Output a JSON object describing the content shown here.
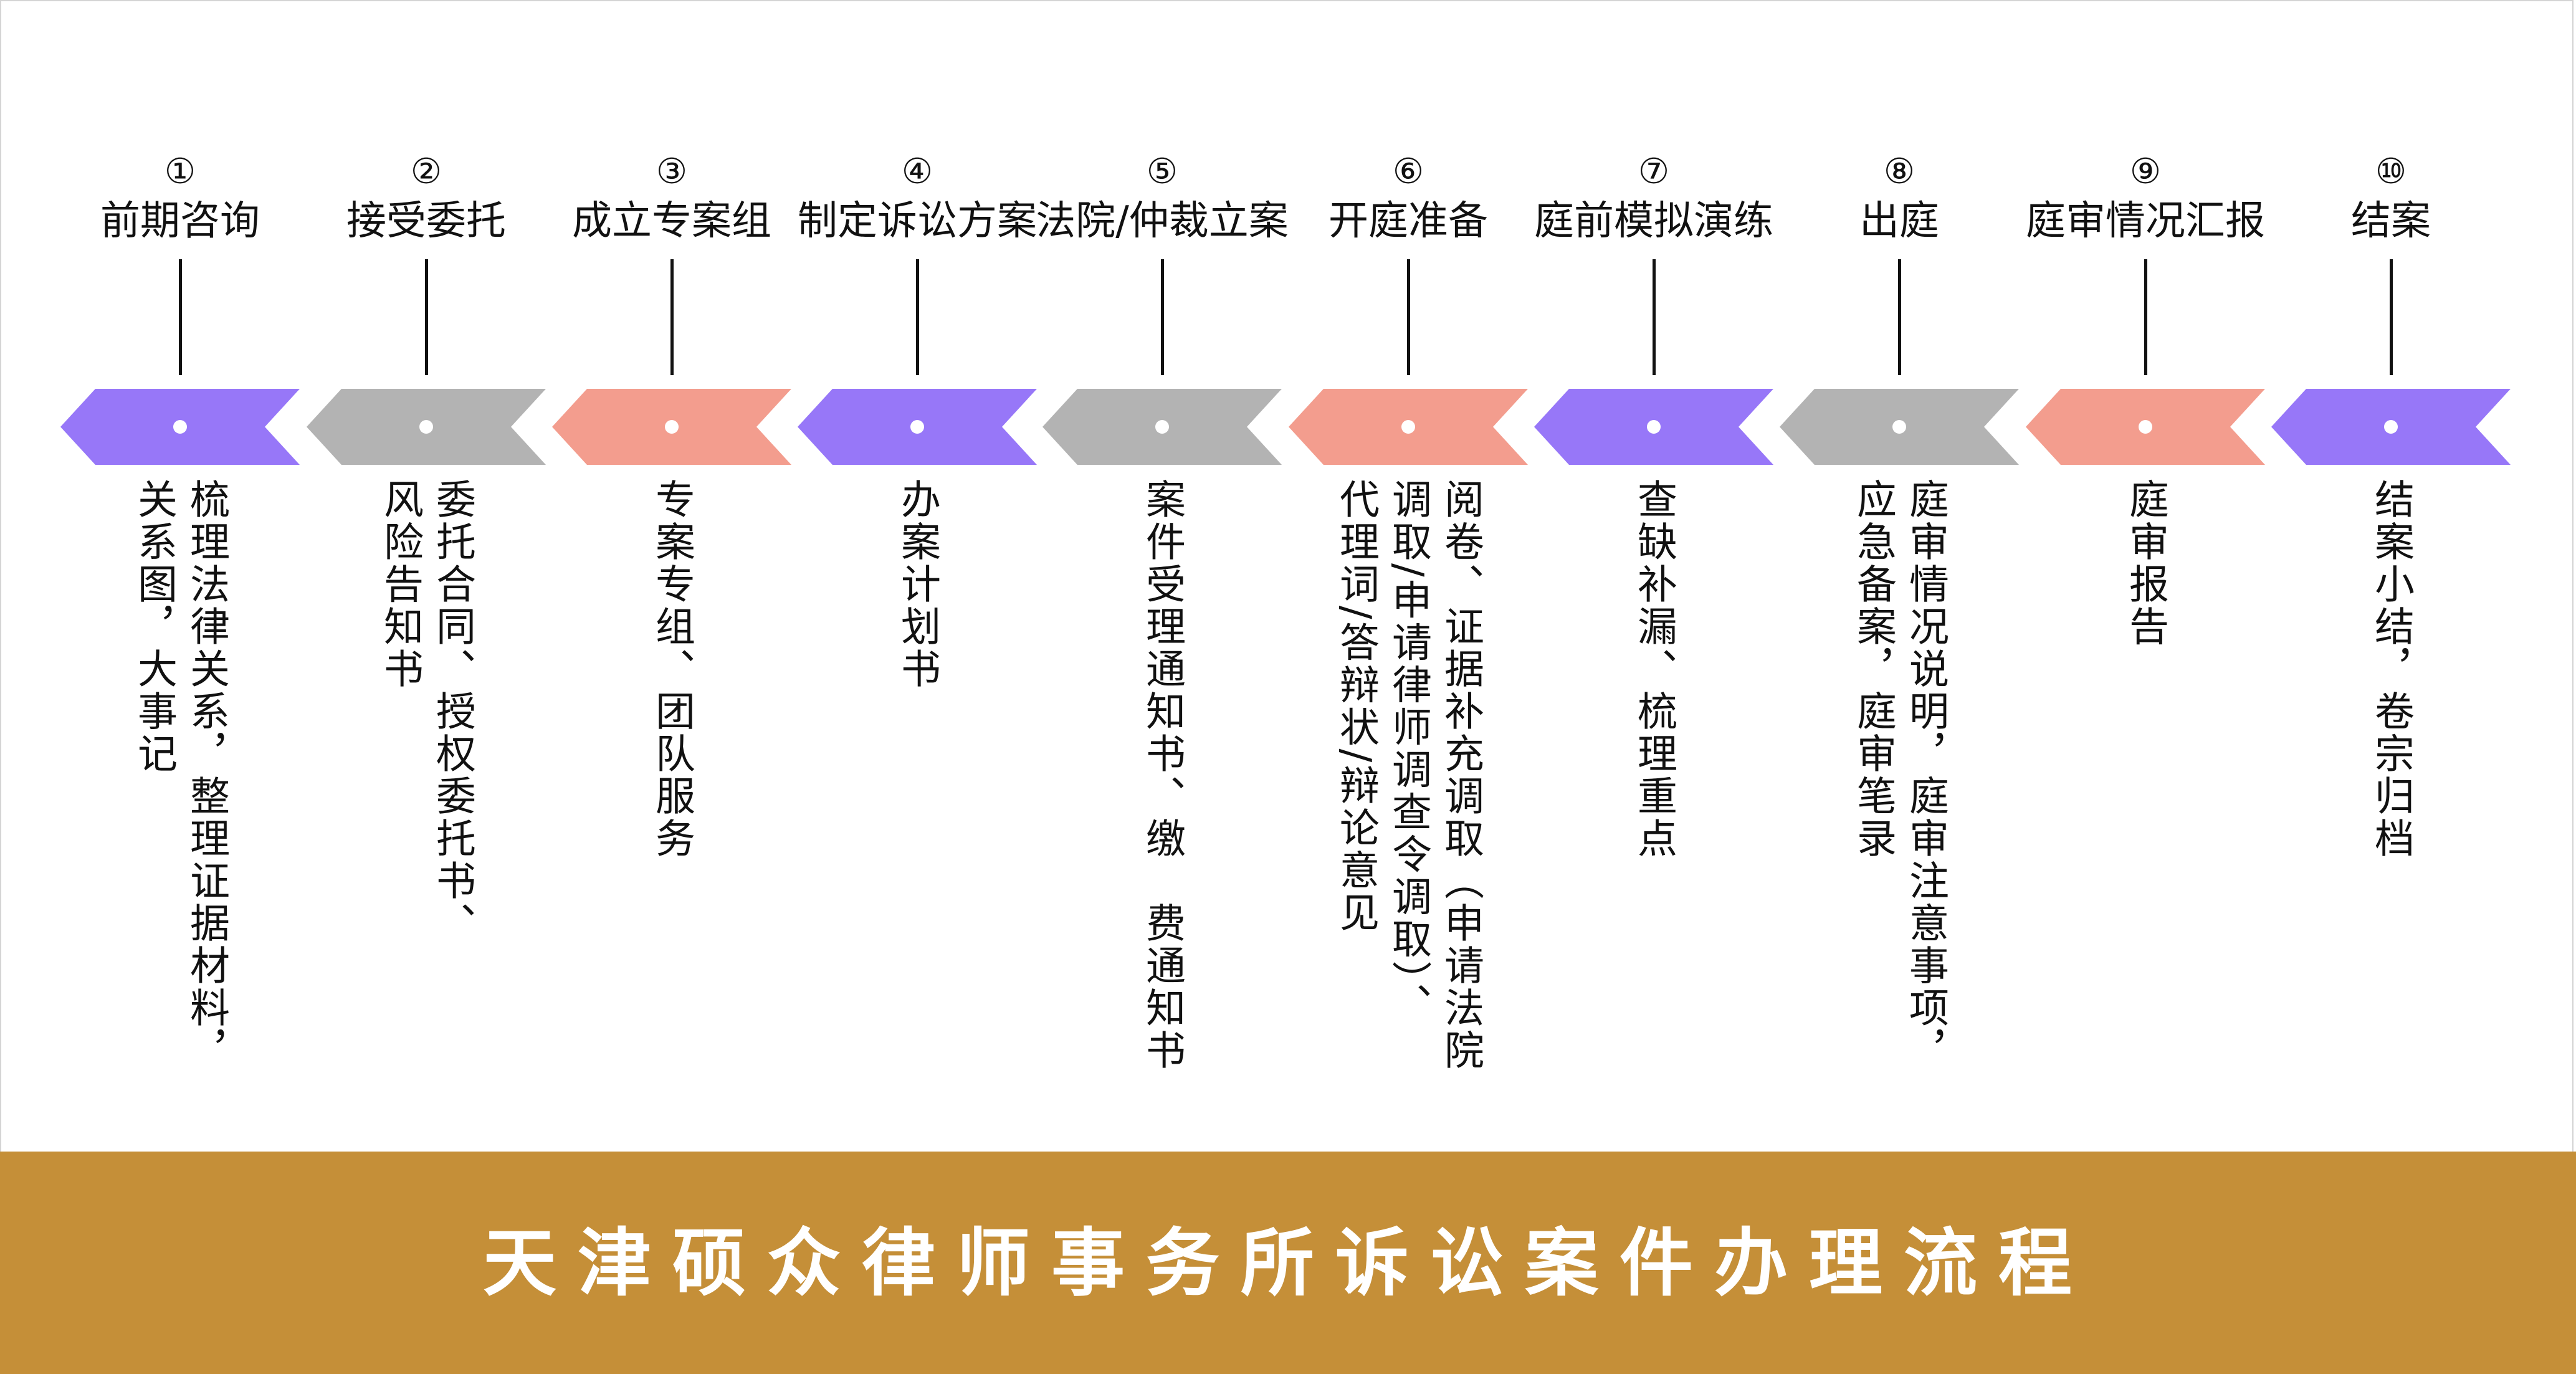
{
  "title": "天津硕众律师事务所诉讼案件办理流程",
  "colors": {
    "purple": "#9777f8",
    "gray": "#b3b3b3",
    "salmon": "#f39d8e",
    "banner": "#c58f38"
  },
  "steps": [
    {
      "num": "①",
      "title": "前期咨询",
      "color": "purple",
      "desc": [
        "梳理法律关系，整理证据材料，",
        "关系图，大事记"
      ]
    },
    {
      "num": "②",
      "title": "接受委托",
      "color": "gray",
      "desc": [
        "委托合同、授权委托书、",
        "风险告知书"
      ]
    },
    {
      "num": "③",
      "title": "成立专案组",
      "color": "salmon",
      "desc": [
        "专案专组、团队服务"
      ]
    },
    {
      "num": "④",
      "title": "制定诉讼方案",
      "color": "purple",
      "desc": [
        "办案计划书"
      ]
    },
    {
      "num": "⑤",
      "title": "法院/仲裁立案",
      "color": "gray",
      "desc": [
        "案件受理通知书、缴　费通知书"
      ]
    },
    {
      "num": "⑥",
      "title": "开庭准备",
      "color": "salmon",
      "desc": [
        "阅卷、证据补充调取（申请法院",
        "调取/申请律师调查令调取）、",
        "代理词/答辩状/辩论意见"
      ]
    },
    {
      "num": "⑦",
      "title": "庭前模拟演练",
      "color": "purple",
      "desc": [
        "查缺补漏、梳理重点"
      ]
    },
    {
      "num": "⑧",
      "title": "出庭",
      "color": "gray",
      "desc": [
        "庭审情况说明，庭审注意事项，",
        "应急备案，庭审笔录"
      ]
    },
    {
      "num": "⑨",
      "title": "庭审情况汇报",
      "color": "salmon",
      "desc": [
        "庭审报告"
      ]
    },
    {
      "num": "⑩",
      "title": "结案",
      "color": "purple",
      "desc": [
        "结案小结，卷宗归档"
      ]
    }
  ]
}
